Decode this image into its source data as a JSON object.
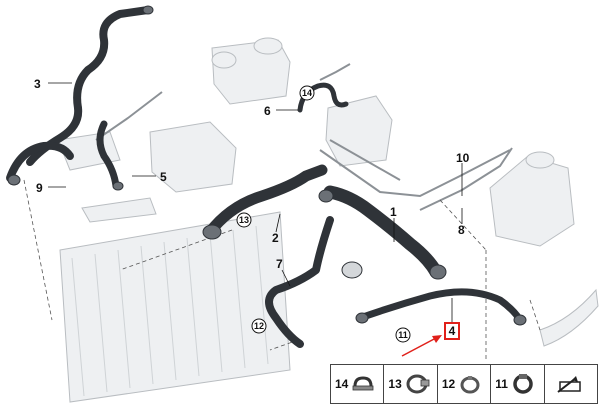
{
  "callouts": {
    "c1": "1",
    "c2": "2",
    "c3": "3",
    "c5": "5",
    "c6": "6",
    "c7": "7",
    "c8": "8",
    "c9": "9",
    "c10": "10"
  },
  "circled": {
    "c11": "11",
    "c12": "12",
    "c13": "13",
    "c14": "14"
  },
  "highlighted_part": "4",
  "legend": [
    {
      "num": "14",
      "icon": "hose-clip-icon"
    },
    {
      "num": "13",
      "icon": "hose-clamp-icon"
    },
    {
      "num": "12",
      "icon": "spring-band-clamp-icon"
    },
    {
      "num": "11",
      "icon": "clamp-ring-icon"
    },
    {
      "num": "",
      "icon": "arrow-to-cabinet-icon"
    }
  ],
  "colors": {
    "highlight": "#e0201a",
    "hose": "#2f3338",
    "ghost": "#b9bdc1"
  }
}
